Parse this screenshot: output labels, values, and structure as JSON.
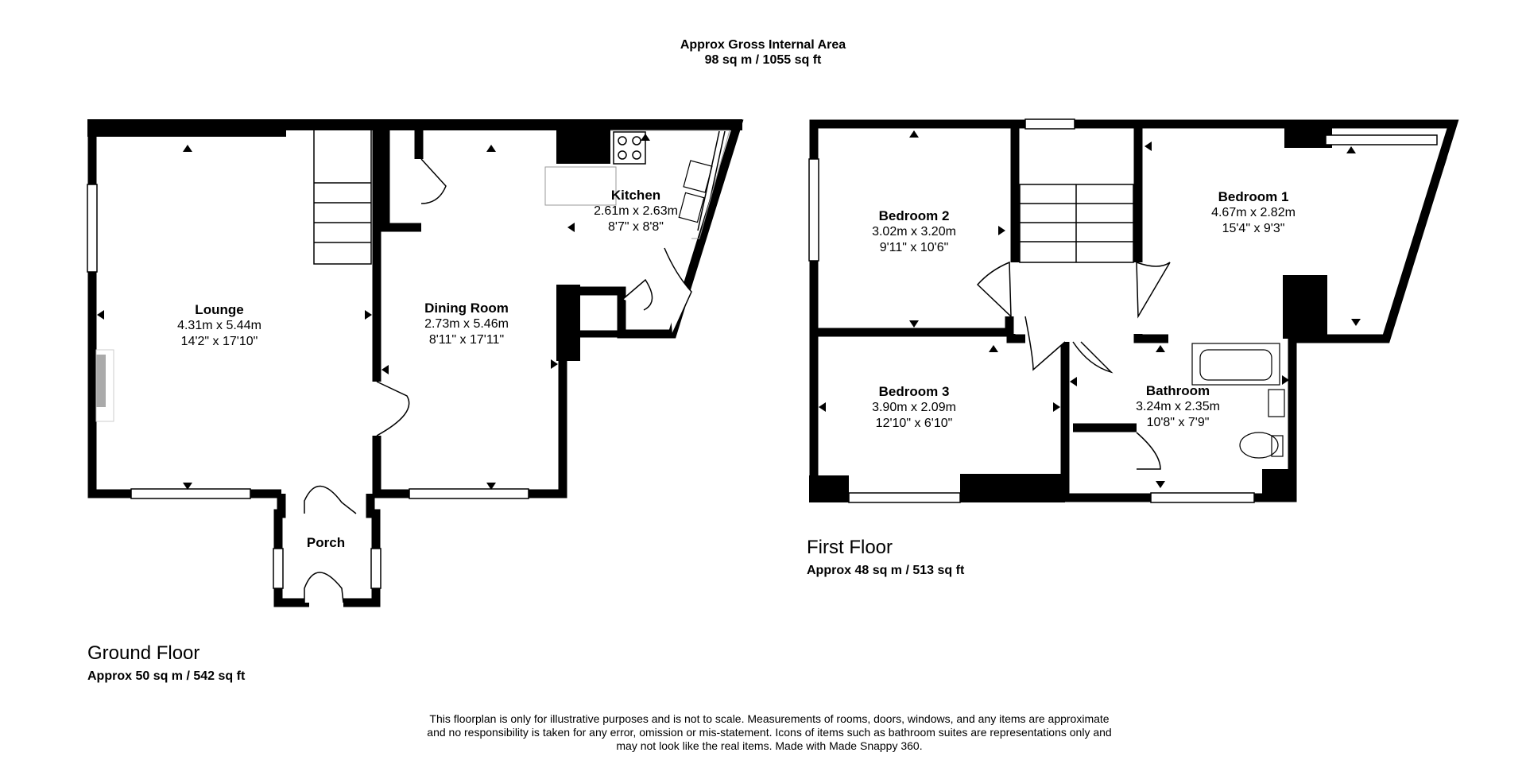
{
  "header": {
    "line1": "Approx Gross Internal Area",
    "line2": "98 sq m / 1055 sq ft"
  },
  "ground_floor": {
    "title": "Ground Floor",
    "area": "Approx 50 sq m / 542 sq ft",
    "rooms": [
      {
        "name": "Lounge",
        "metric": "4.31m x 5.44m",
        "imperial": "14'2\" x 17'10\""
      },
      {
        "name": "Dining Room",
        "metric": "2.73m x 5.46m",
        "imperial": "8'11\" x 17'11\""
      },
      {
        "name": "Kitchen",
        "metric": "2.61m x 2.63m",
        "imperial": "8'7\" x 8'8\""
      },
      {
        "name": "Porch",
        "metric": "",
        "imperial": ""
      }
    ]
  },
  "first_floor": {
    "title": "First Floor",
    "area": "Approx 48 sq m / 513 sq ft",
    "rooms": [
      {
        "name": "Bedroom 2",
        "metric": "3.02m x 3.20m",
        "imperial": "9'11\" x 10'6\""
      },
      {
        "name": "Bedroom 1",
        "metric": "4.67m x 2.82m",
        "imperial": "15'4\" x 9'3\""
      },
      {
        "name": "Bedroom 3",
        "metric": "3.90m x 2.09m",
        "imperial": "12'10\" x 6'10\""
      },
      {
        "name": "Bathroom",
        "metric": "3.24m x 2.35m",
        "imperial": "10'8\" x 7'9\""
      }
    ]
  },
  "disclaimer": {
    "line1": "This floorplan is only for illustrative purposes and is not to scale. Measurements of rooms, doors, windows, and any items are approximate",
    "line2": "and no responsibility is taken for any error, omission or mis-statement. Icons of items such as bathroom suites are representations only and",
    "line3": "may not look like the real items. Made with Made Snappy 360."
  },
  "colors": {
    "wall": "#000000",
    "background": "#ffffff",
    "fixture": "#888888"
  }
}
